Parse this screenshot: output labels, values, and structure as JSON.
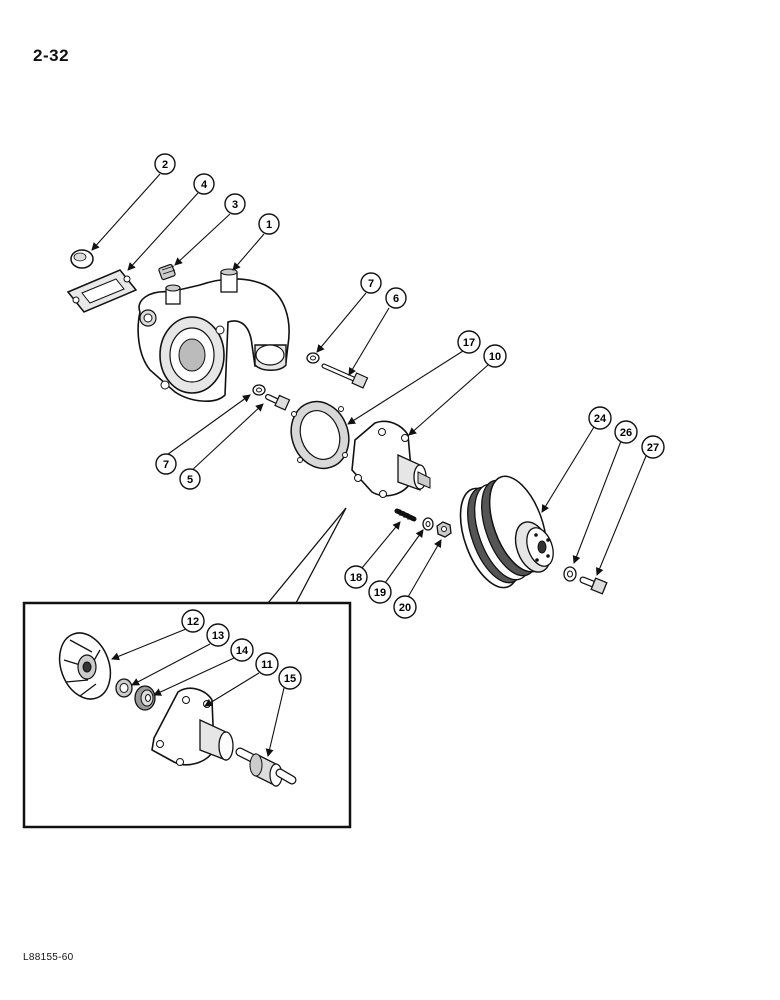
{
  "page": {
    "number": "2-32",
    "figure_code": "L88155-60"
  },
  "callouts": {
    "c1": "1",
    "c2": "2",
    "c3": "3",
    "c4": "4",
    "c5": "5",
    "c6": "6",
    "c7a": "7",
    "c7b": "7",
    "c10": "10",
    "c11": "11",
    "c12": "12",
    "c13": "13",
    "c14": "14",
    "c15": "15",
    "c17": "17",
    "c18": "18",
    "c19": "19",
    "c20": "20",
    "c24": "24",
    "c26": "26",
    "c27": "27"
  },
  "colors": {
    "ink": "#111111",
    "paper": "#ffffff",
    "shade": "#cfcfcf",
    "dark": "#555555"
  }
}
